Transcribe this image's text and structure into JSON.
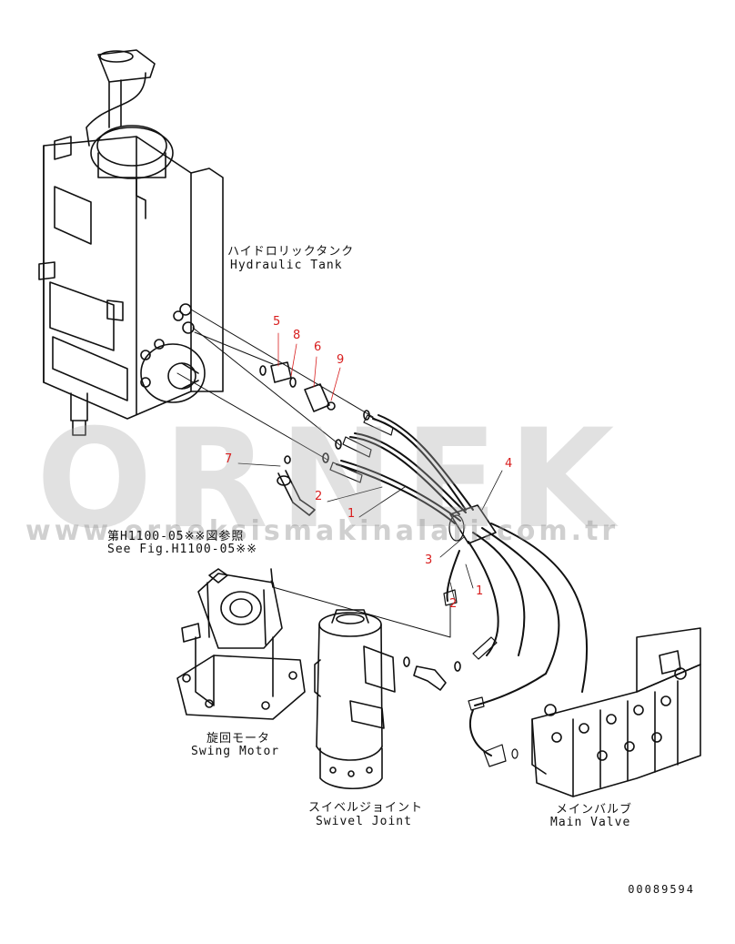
{
  "labels": {
    "hydraulic_tank_jp": "ハイドロリックタンク",
    "hydraulic_tank_en": "Hydraulic Tank",
    "see_fig_jp": "第H1100-05※※図参照",
    "see_fig_en": "See Fig.H1100-05※※",
    "swing_motor_jp": "旋回モータ",
    "swing_motor_en": "Swing Motor",
    "swivel_joint_jp": "スイベルジョイント",
    "swivel_joint_en": "Swivel Joint",
    "main_valve_jp": "メインバルブ",
    "main_valve_en": "Main Valve"
  },
  "callouts": {
    "n1a": "1",
    "n1b": "1",
    "n2a": "2",
    "n2b": "2",
    "n3": "3",
    "n4": "4",
    "n5": "5",
    "n6": "6",
    "n7": "7",
    "n8": "8",
    "n9": "9"
  },
  "watermark": {
    "brand": "ORNEK",
    "url": "www.orneksismakinalari.com.tr"
  },
  "document_number": "00089594",
  "colors": {
    "callout": "#d81e1e",
    "line": "#111111",
    "watermark": "#aaaaaa"
  }
}
